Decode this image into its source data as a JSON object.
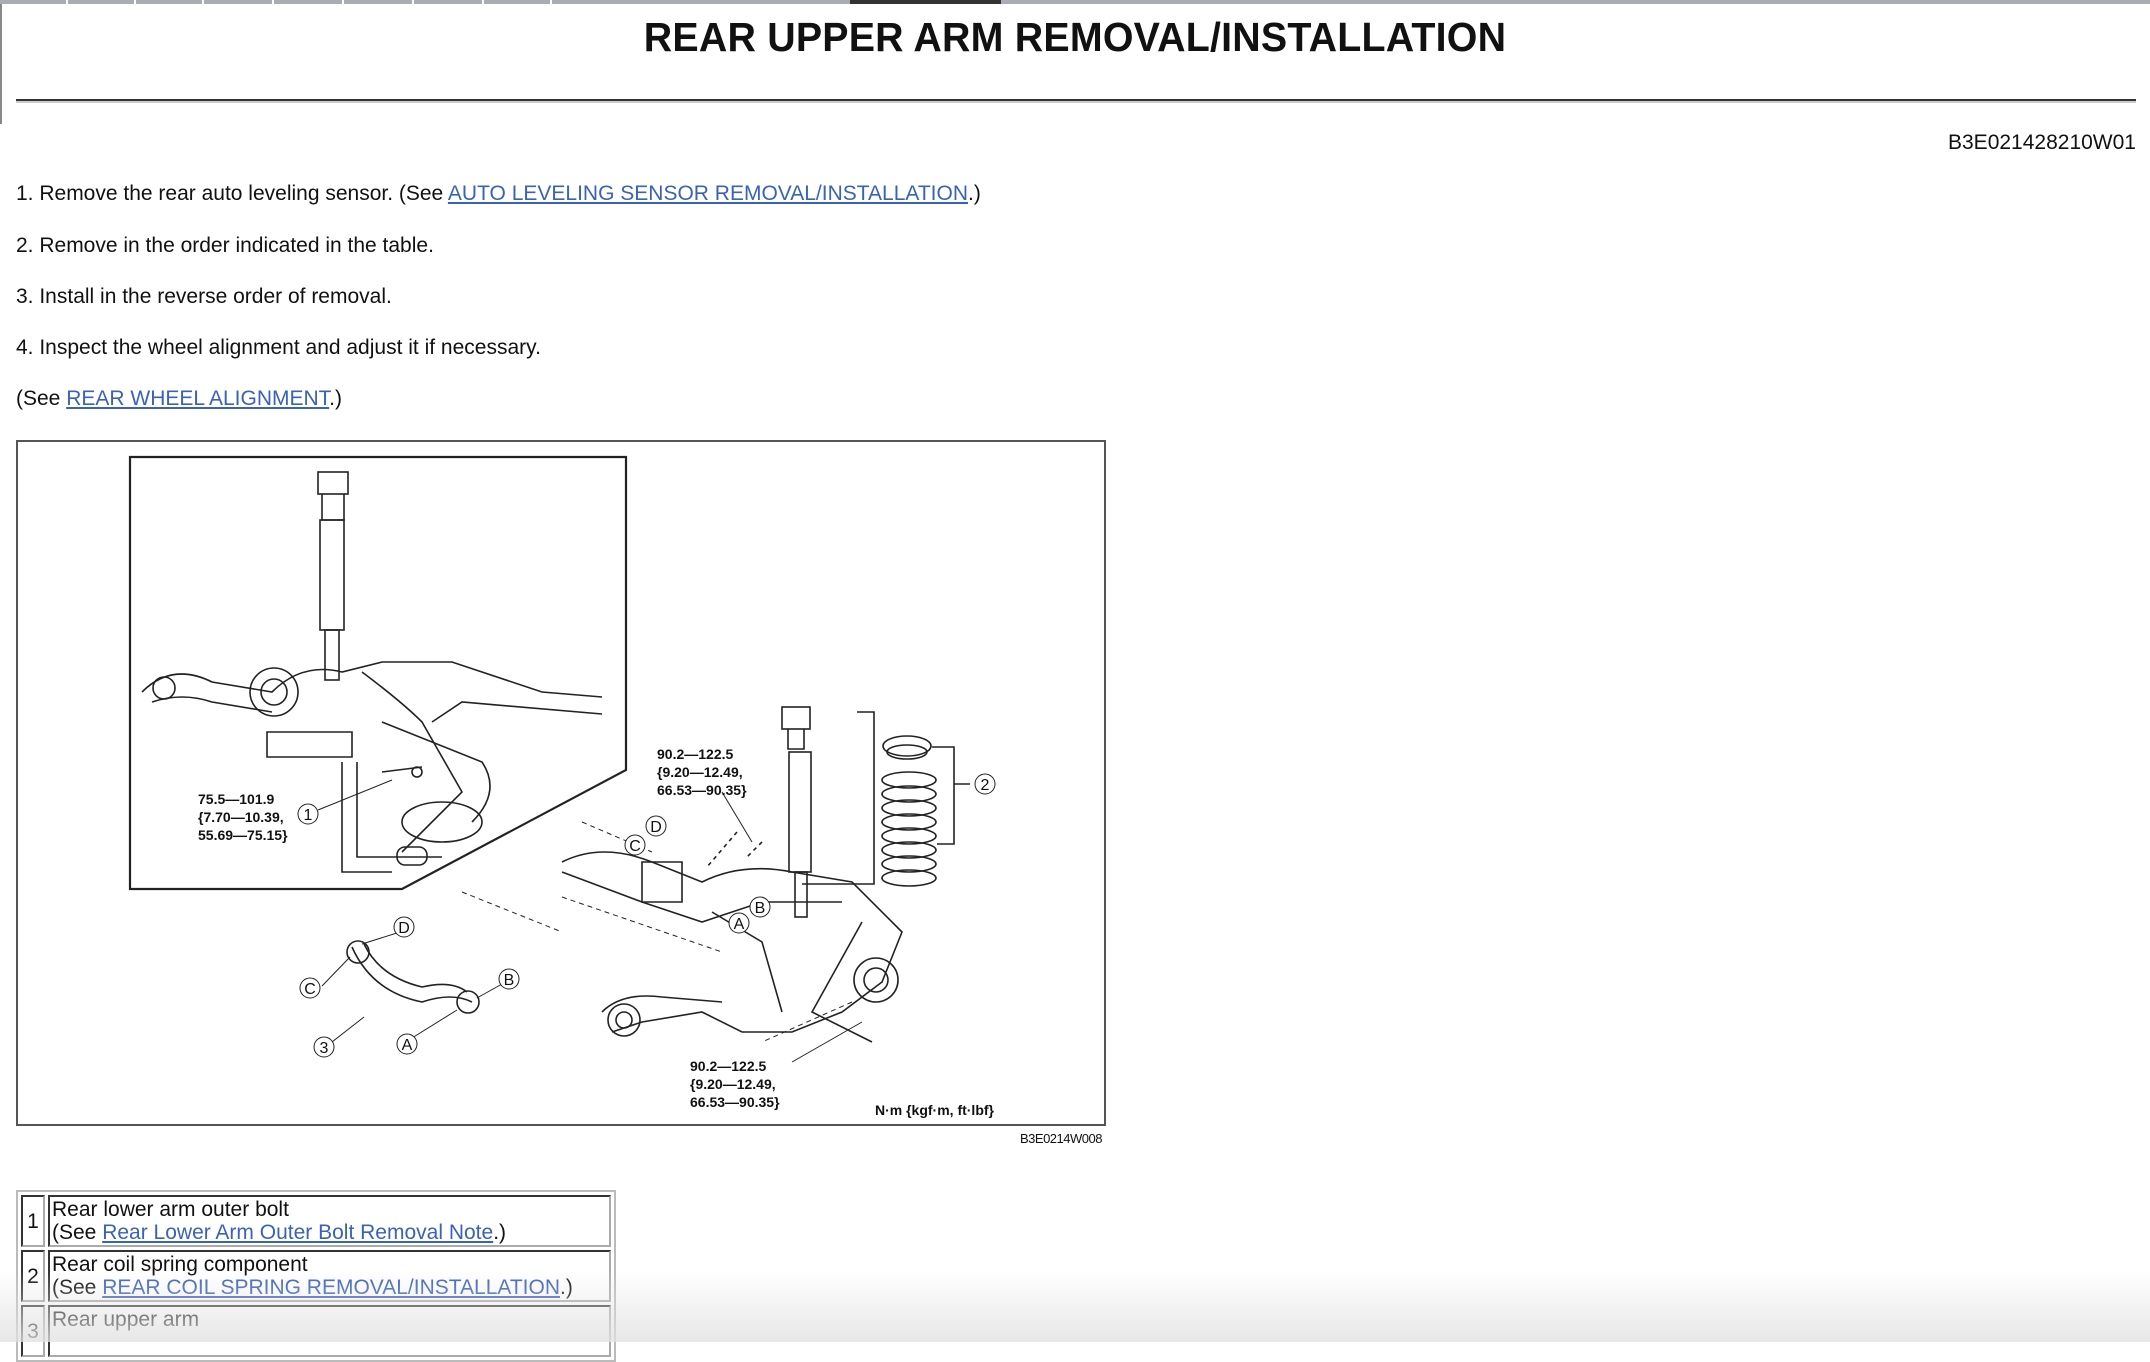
{
  "title": "REAR UPPER ARM REMOVAL/INSTALLATION",
  "doc_id": "B3E021428210W01",
  "steps": [
    {
      "text": "1. Remove the rear auto leveling sensor. (See ",
      "link": "AUTO LEVELING SENSOR REMOVAL/INSTALLATION",
      "after": ".)"
    },
    {
      "text": "2. Remove in the order indicated in the table."
    },
    {
      "text": "3. Install in the reverse order of removal."
    },
    {
      "text": "4. Inspect the wheel alignment and adjust it if necessary."
    },
    {
      "text": "(See ",
      "link": "REAR WHEEL ALIGNMENT",
      "after": ".)"
    }
  ],
  "figure": {
    "code": "B3E0214W008",
    "units": "N·m {kgf·m, ft·lbf}",
    "torque_1": [
      "75.5—101.9",
      "{7.70—10.39,",
      "55.69—75.15}"
    ],
    "torque_2": [
      "90.2—122.5",
      "{9.20—12.49,",
      "66.53—90.35}"
    ],
    "torque_3": [
      "90.2—122.5",
      "{9.20—12.49,",
      "66.53—90.35}"
    ],
    "callouts": {
      "one": "1",
      "two": "2",
      "three": "3",
      "a": "A",
      "b": "B",
      "c": "C",
      "d": "D"
    }
  },
  "table": [
    {
      "num": "1",
      "name": "Rear lower arm outer bolt",
      "see": "(See ",
      "link": "Rear Lower Arm Outer Bolt Removal Note",
      "after": ".)"
    },
    {
      "num": "2",
      "name": "Rear coil spring component",
      "see": "(See ",
      "link": "REAR COIL SPRING REMOVAL/INSTALLATION",
      "after": ".)"
    },
    {
      "num": "3",
      "name": "Rear upper arm"
    }
  ]
}
